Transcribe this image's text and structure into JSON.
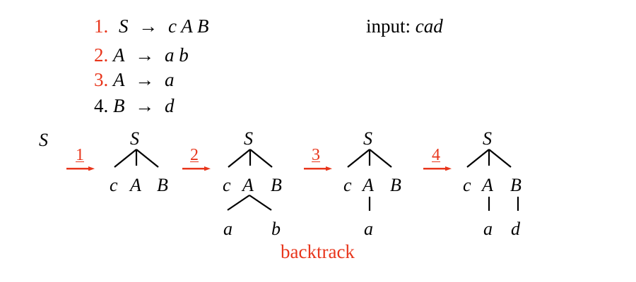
{
  "rules": [
    {
      "num": "1.",
      "lhs": "S",
      "rhs": "c A B"
    },
    {
      "num": "2.",
      "lhs": "A",
      "rhs": "a b"
    },
    {
      "num": "3.",
      "lhs": "A",
      "rhs": "a"
    },
    {
      "num": "4.",
      "lhs": "B",
      "rhs": "d"
    }
  ],
  "input_label": "input:",
  "input_value": "cad",
  "start_symbol": "S",
  "steps": [
    "1",
    "2",
    "3",
    "4"
  ],
  "trees": [
    {
      "root": "S",
      "children": [
        "c",
        "A",
        "B"
      ]
    },
    {
      "root": "S",
      "children": [
        "c",
        "A",
        "B"
      ],
      "expanded": "A",
      "leaves": [
        "a",
        "b"
      ]
    },
    {
      "root": "S",
      "children": [
        "c",
        "A",
        "B"
      ],
      "expanded": "A",
      "leaves": [
        "a"
      ]
    },
    {
      "root": "S",
      "children": [
        "c",
        "A",
        "B"
      ],
      "expanded": "A,B",
      "leaves": [
        "a",
        "d"
      ]
    }
  ],
  "backtrack_label": "backtrack",
  "colors": {
    "accent": "#e8361c",
    "text": "#000000"
  }
}
